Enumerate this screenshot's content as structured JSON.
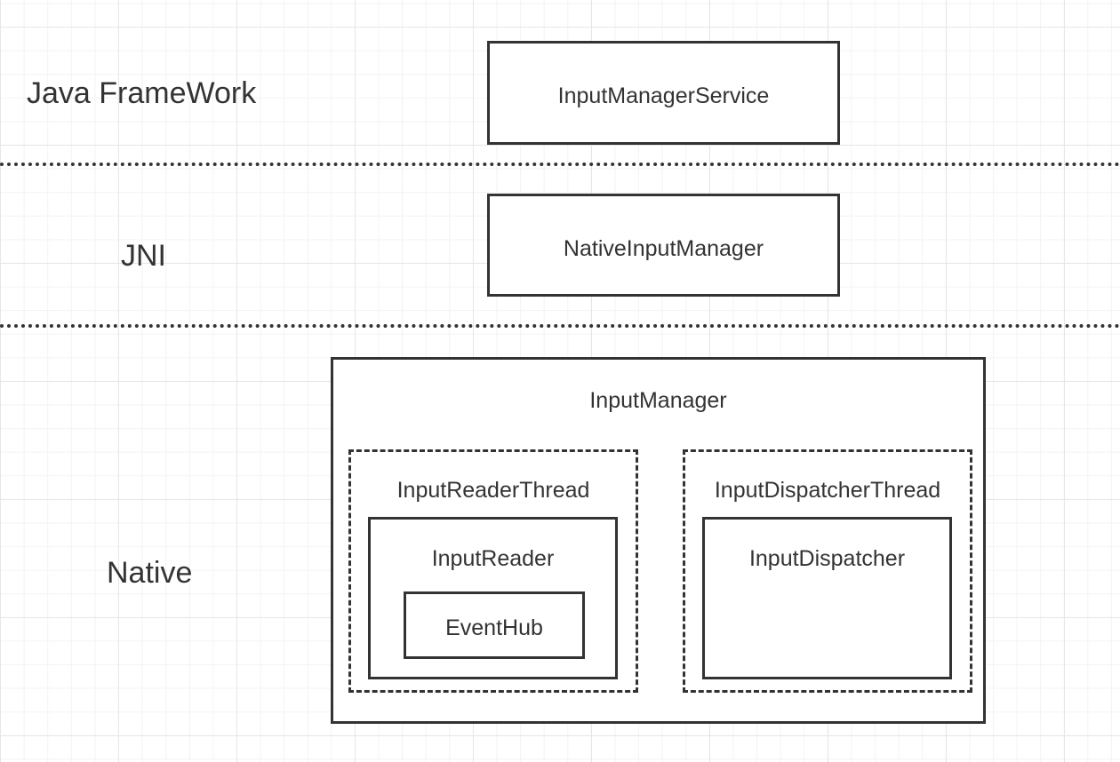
{
  "layers": {
    "java_framework": "Java FrameWork",
    "jni": "JNI",
    "native": "Native"
  },
  "boxes": {
    "input_manager_service": "InputManagerService",
    "native_input_manager": "NativeInputManager",
    "input_manager": "InputManager",
    "input_reader_thread": "InputReaderThread",
    "input_reader": "InputReader",
    "event_hub": "EventHub",
    "input_dispatcher_thread": "InputDispatcherThread",
    "input_dispatcher": "InputDispatcher"
  }
}
